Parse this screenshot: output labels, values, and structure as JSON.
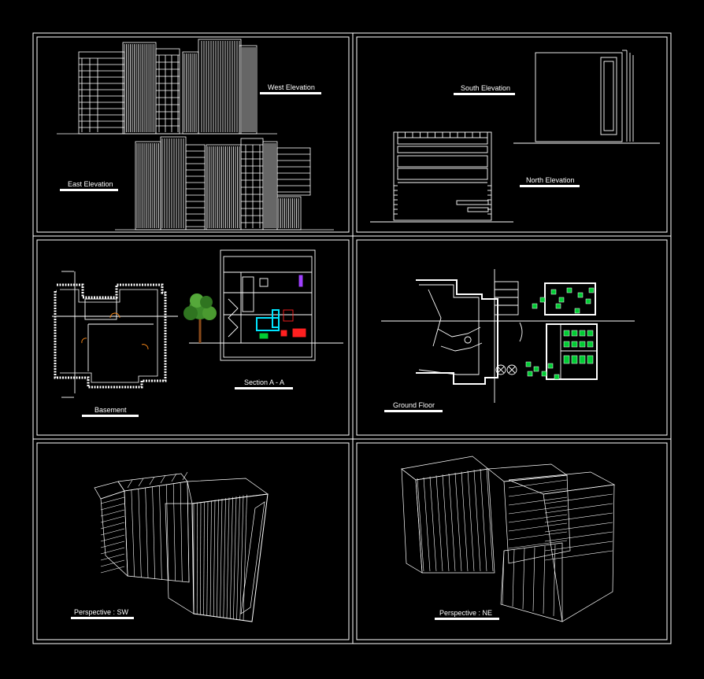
{
  "sheet": {
    "labels": {
      "west_elevation": "West Elevation",
      "east_elevation": "East Elevation",
      "south_elevation": "South Elevation",
      "north_elevation": "North Elevation",
      "section_aa": "Section A - A",
      "basement": "Basement",
      "ground_floor": "Ground Floor",
      "perspective_sw": "Perspective : SW",
      "perspective_ne": "Perspective : NE"
    },
    "colors": {
      "background": "#000000",
      "linework": "#ffffff",
      "furniture": "#00cc33",
      "cyan": "#00e5ff",
      "red": "#ff2020",
      "magenta": "#a040ff",
      "tree_foliage": "#3c8a2a",
      "tree_trunk": "#8a4a1a",
      "door_swing": "#ff8c1a"
    }
  }
}
